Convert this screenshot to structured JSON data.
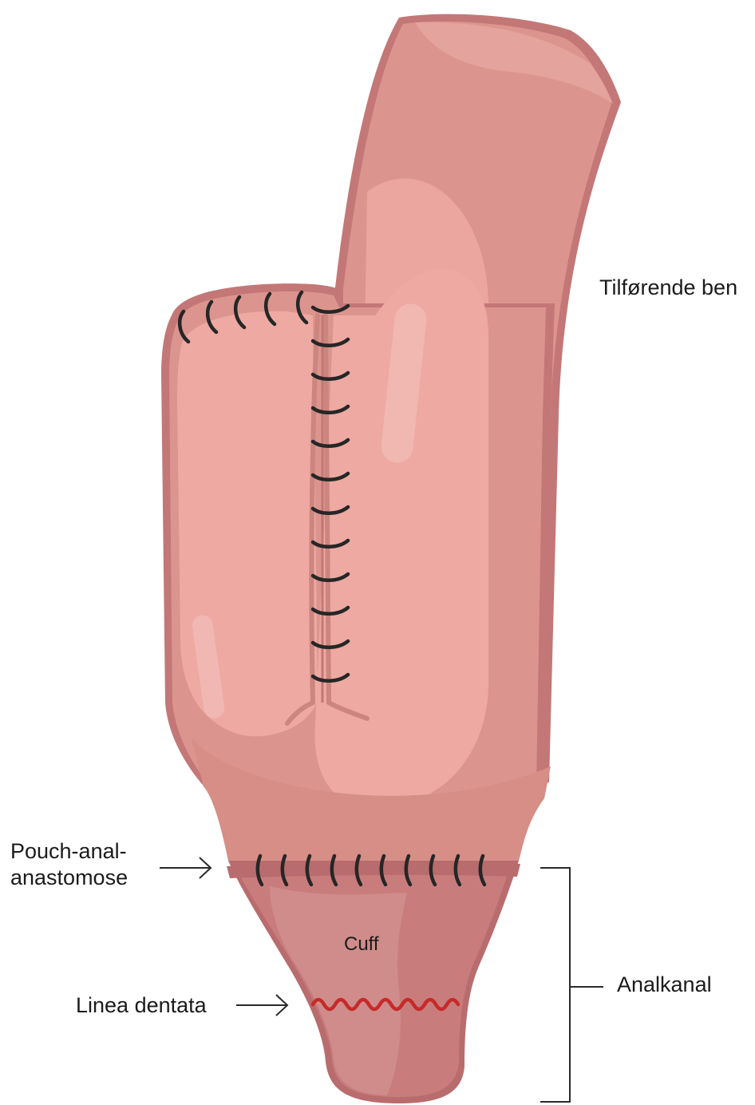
{
  "labels": {
    "tilforende_ben": "Tilførende ben",
    "pouch_line1": "Pouch-anal-",
    "pouch_line2": "anastomose",
    "cuff": "Cuff",
    "linea_dentata": "Linea dentata",
    "analkanal": "Analkanal"
  },
  "colors": {
    "outline": "#c47777",
    "tissue": "#dc958e",
    "tissue_light": "#eda9a2",
    "fold": "#cc857f",
    "anal_canal": "#c87d7c",
    "anal_canal_inner": "#cf8c8b",
    "suture": "#262626",
    "dentate_line": "#c62a2a",
    "annotation_line": "#2a2a2a"
  }
}
